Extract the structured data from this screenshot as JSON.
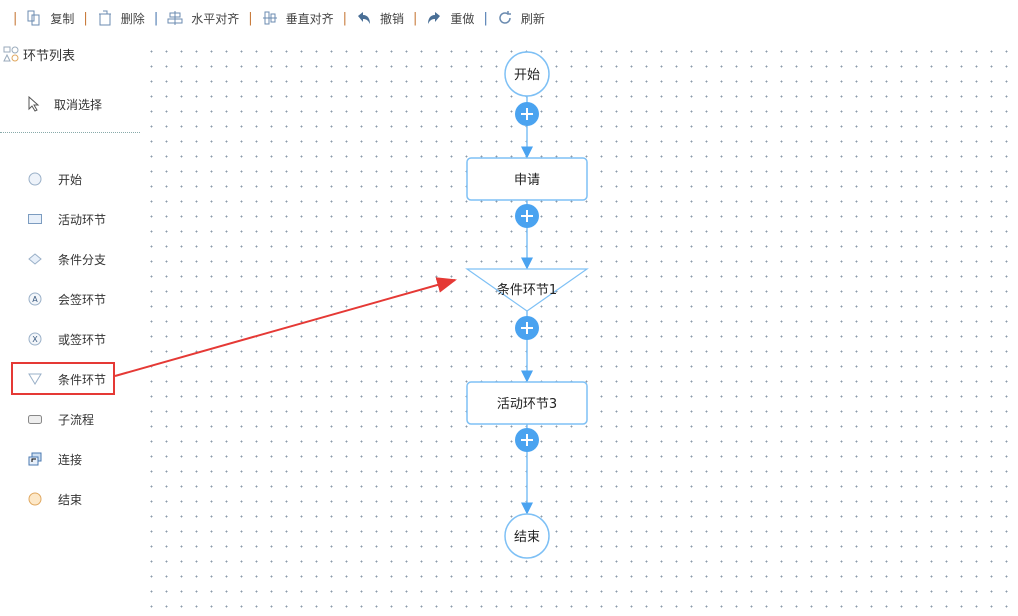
{
  "toolbar": {
    "items": [
      {
        "label": "复制",
        "icon": "copy-icon"
      },
      {
        "label": "删除",
        "icon": "trash-icon"
      },
      {
        "label": "水平对齐",
        "icon": "align-horizontal-icon"
      },
      {
        "label": "垂直对齐",
        "icon": "align-vertical-icon"
      },
      {
        "label": "撤销",
        "icon": "undo-icon"
      },
      {
        "label": "重做",
        "icon": "redo-icon"
      },
      {
        "label": "刷新",
        "icon": "refresh-icon"
      }
    ]
  },
  "sidebar": {
    "title": "环节列表",
    "cancel": "取消选择",
    "items": [
      {
        "label": "开始",
        "icon": "circle-icon"
      },
      {
        "label": "活动环节",
        "icon": "rectangle-icon"
      },
      {
        "label": "条件分支",
        "icon": "diamond-icon"
      },
      {
        "label": "会签环节",
        "icon": "countersign-icon"
      },
      {
        "label": "或签环节",
        "icon": "or-sign-icon"
      },
      {
        "label": "条件环节",
        "icon": "triangle-icon"
      },
      {
        "label": "子流程",
        "icon": "subprocess-icon"
      },
      {
        "label": "连接",
        "icon": "connect-icon"
      },
      {
        "label": "结束",
        "icon": "end-circle-icon"
      }
    ]
  },
  "flow": {
    "nodes": [
      "开始",
      "申请",
      "条件环节1",
      "活动环节3",
      "结束"
    ]
  },
  "colors": {
    "accent": "#4aa3f0",
    "node_border": "#7ec0f5",
    "highlight": "#e53935"
  }
}
